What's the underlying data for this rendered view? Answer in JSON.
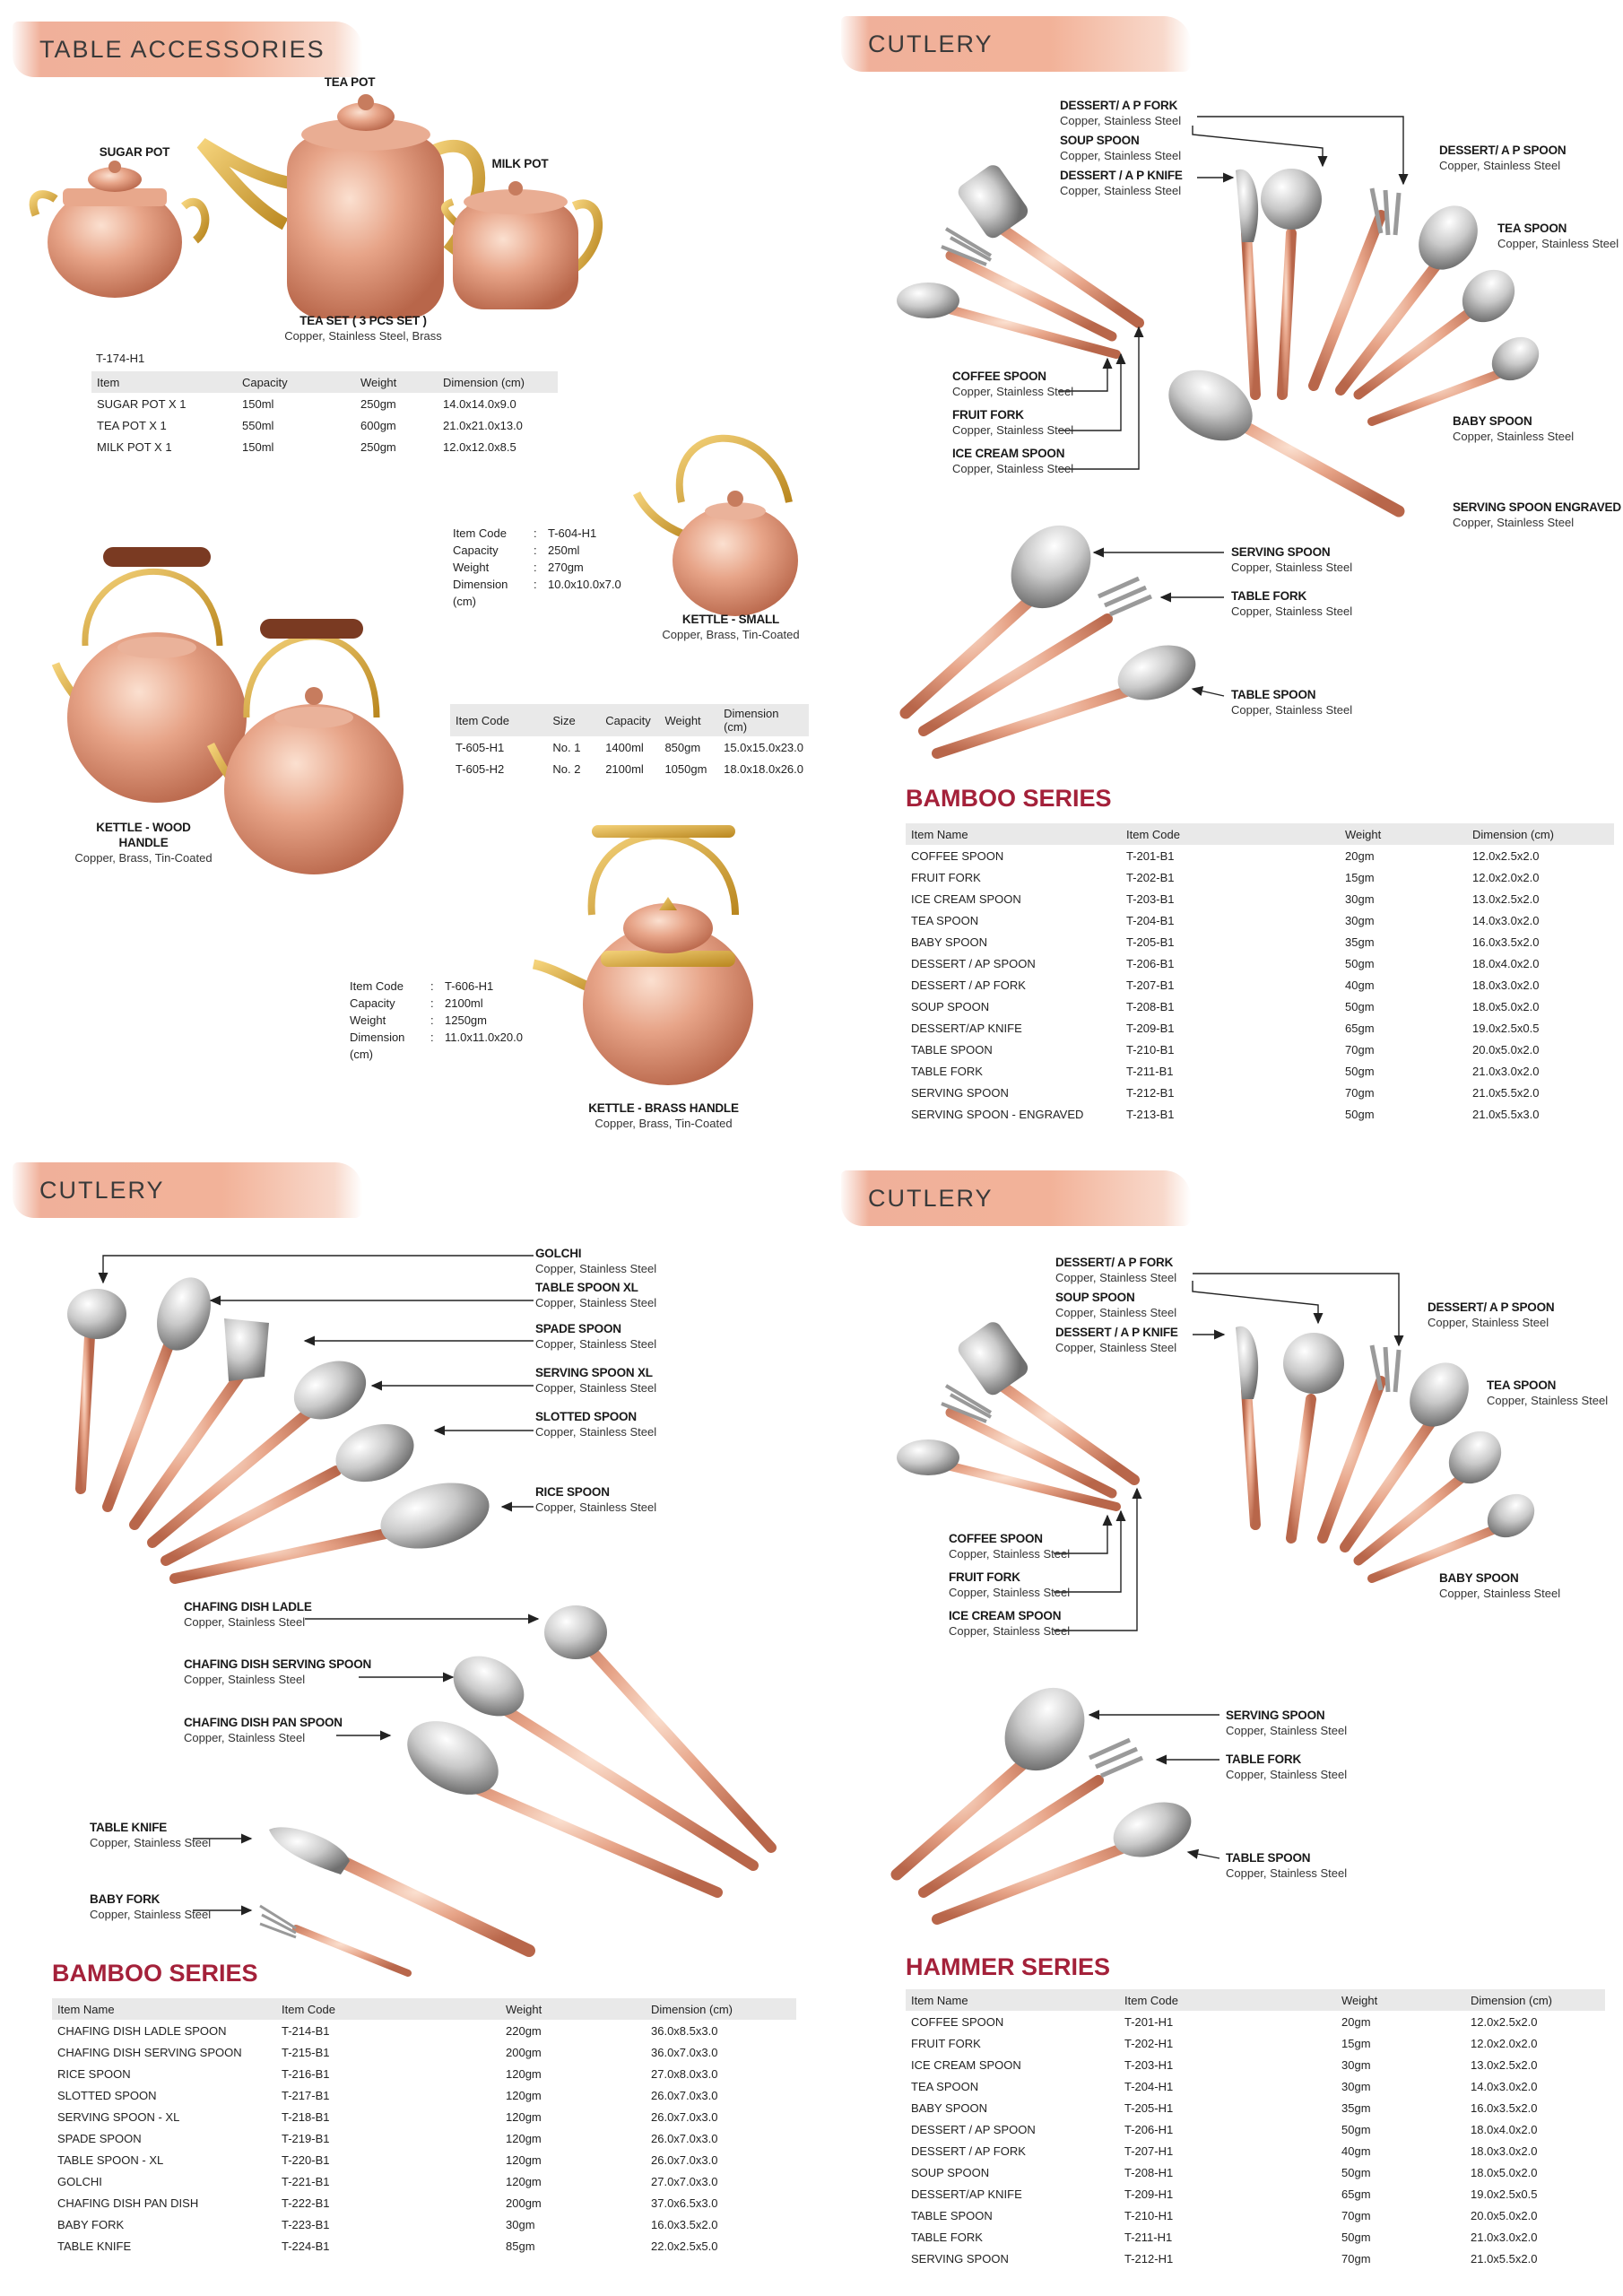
{
  "quad1": {
    "banner": "TABLE ACCESSORIES",
    "labels": {
      "tea_pot": "TEA POT",
      "sugar_pot": "SUGAR POT",
      "milk_pot": "MILK POT",
      "tea_set_title": "TEA SET ( 3 PCS SET )",
      "tea_set_material": "Copper, Stainless Steel, Brass",
      "kettle_small_title": "KETTLE - SMALL",
      "kettle_small_material": "Copper, Brass, Tin-Coated",
      "kettle_wood_title": "KETTLE - WOOD HANDLE",
      "kettle_wood_material": "Copper, Brass, Tin-Coated",
      "kettle_brass_title": "KETTLE - BRASS HANDLE",
      "kettle_brass_material": "Copper, Brass, Tin-Coated"
    },
    "tea_set_code": "T-174-H1",
    "tea_set_table": {
      "headers": [
        "Item",
        "Capacity",
        "Weight",
        "Dimension (cm)"
      ],
      "rows": [
        [
          "SUGAR POT X 1",
          "150ml",
          "250gm",
          "14.0x14.0x9.0"
        ],
        [
          "TEA POT X 1",
          "550ml",
          "600gm",
          "21.0x21.0x13.0"
        ],
        [
          "MILK POT X 1",
          "150ml",
          "250gm",
          "12.0x12.0x8.5"
        ]
      ]
    },
    "kettle_small_spec": [
      [
        "Item Code",
        ":",
        "T-604-H1"
      ],
      [
        "Capacity",
        ":",
        "250ml"
      ],
      [
        "Weight",
        ":",
        "270gm"
      ],
      [
        "Dimension (cm)",
        ":",
        "10.0x10.0x7.0"
      ]
    ],
    "kettle_wood_table": {
      "headers": [
        "Item Code",
        "Size",
        "Capacity",
        "Weight",
        "Dimension (cm)"
      ],
      "rows": [
        [
          "T-605-H1",
          "No. 1",
          "1400ml",
          "850gm",
          "15.0x15.0x23.0"
        ],
        [
          "T-605-H2",
          "No. 2",
          "2100ml",
          "1050gm",
          "18.0x18.0x26.0"
        ]
      ]
    },
    "kettle_brass_spec": [
      [
        "Item Code",
        ":",
        "T-606-H1"
      ],
      [
        "Capacity",
        ":",
        "2100ml"
      ],
      [
        "Weight",
        ":",
        "1250gm"
      ],
      [
        "Dimension (cm)",
        ":",
        "11.0x11.0x20.0"
      ]
    ]
  },
  "quad2": {
    "banner": "CUTLERY",
    "labels": [
      {
        "title": "DESSERT/ A P FORK",
        "material": "Copper, Stainless Steel"
      },
      {
        "title": "SOUP SPOON",
        "material": "Copper, Stainless Steel"
      },
      {
        "title": "DESSERT / A P  KNIFE",
        "material": "Copper, Stainless Steel"
      },
      {
        "title": "DESSERT/ A P SPOON",
        "material": "Copper, Stainless Steel"
      },
      {
        "title": "TEA SPOON",
        "material": "Copper, Stainless Steel"
      },
      {
        "title": "COFFEE SPOON",
        "material": "Copper, Stainless Steel"
      },
      {
        "title": "FRUIT FORK",
        "material": "Copper, Stainless Steel"
      },
      {
        "title": "ICE CREAM SPOON",
        "material": "Copper, Stainless Steel"
      },
      {
        "title": "BABY SPOON",
        "material": "Copper, Stainless Steel"
      },
      {
        "title": "SERVING SPOON ENGRAVED",
        "material": "Copper, Stainless Steel"
      },
      {
        "title": "SERVING SPOON",
        "material": "Copper, Stainless Steel"
      },
      {
        "title": "TABLE FORK",
        "material": "Copper, Stainless Steel"
      },
      {
        "title": "TABLE SPOON",
        "material": "Copper, Stainless Steel"
      }
    ],
    "series_title": "BAMBOO SERIES",
    "table": {
      "headers": [
        "Item Name",
        "Item Code",
        "Weight",
        "Dimension (cm)"
      ],
      "rows": [
        [
          "COFFEE SPOON",
          "T-201-B1",
          "20gm",
          "12.0x2.5x2.0"
        ],
        [
          "FRUIT FORK",
          "T-202-B1",
          "15gm",
          "12.0x2.0x2.0"
        ],
        [
          "ICE CREAM SPOON",
          "T-203-B1",
          "30gm",
          "13.0x2.5x2.0"
        ],
        [
          "TEA SPOON",
          "T-204-B1",
          "30gm",
          "14.0x3.0x2.0"
        ],
        [
          "BABY SPOON",
          "T-205-B1",
          "35gm",
          "16.0x3.5x2.0"
        ],
        [
          "DESSERT / AP SPOON",
          "T-206-B1",
          "50gm",
          "18.0x4.0x2.0"
        ],
        [
          "DESSERT / AP FORK",
          "T-207-B1",
          "40gm",
          "18.0x3.0x2.0"
        ],
        [
          "SOUP SPOON",
          "T-208-B1",
          "50gm",
          "18.0x5.0x2.0"
        ],
        [
          "DESSERT/AP KNIFE",
          "T-209-B1",
          "65gm",
          "19.0x2.5x0.5"
        ],
        [
          "TABLE SPOON",
          "T-210-B1",
          "70gm",
          "20.0x5.0x2.0"
        ],
        [
          "TABLE FORK",
          "T-211-B1",
          "50gm",
          "21.0x3.0x2.0"
        ],
        [
          "SERVING SPOON",
          "T-212-B1",
          "70gm",
          "21.0x5.5x2.0"
        ],
        [
          "SERVING SPOON - ENGRAVED",
          "T-213-B1",
          "50gm",
          "21.0x5.5x3.0"
        ]
      ]
    }
  },
  "quad3": {
    "banner": "CUTLERY",
    "labels": [
      {
        "title": "GOLCHI",
        "material": "Copper, Stainless Steel"
      },
      {
        "title": "TABLE SPOON XL",
        "material": "Copper, Stainless Steel"
      },
      {
        "title": "SPADE SPOON",
        "material": "Copper, Stainless Steel"
      },
      {
        "title": "SERVING SPOON XL",
        "material": "Copper, Stainless Steel"
      },
      {
        "title": "SLOTTED SPOON",
        "material": "Copper, Stainless Steel"
      },
      {
        "title": "RICE SPOON",
        "material": "Copper, Stainless Steel"
      },
      {
        "title": "CHAFING DISH LADLE",
        "material": "Copper, Stainless Steel"
      },
      {
        "title": "CHAFING DISH SERVING SPOON",
        "material": "Copper, Stainless Steel"
      },
      {
        "title": "CHAFING DISH PAN SPOON",
        "material": "Copper, Stainless Steel"
      },
      {
        "title": "TABLE KNIFE",
        "material": "Copper, Stainless Steel"
      },
      {
        "title": "BABY FORK",
        "material": "Copper, Stainless Steel"
      }
    ],
    "series_title": "BAMBOO SERIES",
    "table": {
      "headers": [
        "Item Name",
        "Item Code",
        "Weight",
        "Dimension (cm)"
      ],
      "rows": [
        [
          "CHAFING DISH LADLE SPOON",
          "T-214-B1",
          "220gm",
          "36.0x8.5x3.0"
        ],
        [
          "CHAFING DISH SERVING SPOON",
          "T-215-B1",
          "200gm",
          "36.0x7.0x3.0"
        ],
        [
          "RICE SPOON",
          "T-216-B1",
          "120gm",
          "27.0x8.0x3.0"
        ],
        [
          "SLOTTED SPOON",
          "T-217-B1",
          "120gm",
          "26.0x7.0x3.0"
        ],
        [
          "SERVING SPOON - XL",
          "T-218-B1",
          "120gm",
          "26.0x7.0x3.0"
        ],
        [
          "SPADE SPOON",
          "T-219-B1",
          "120gm",
          "26.0x7.0x3.0"
        ],
        [
          "TABLE SPOON - XL",
          "T-220-B1",
          "120gm",
          "26.0x7.0x3.0"
        ],
        [
          "GOLCHI",
          "T-221-B1",
          "120gm",
          "27.0x7.0x3.0"
        ],
        [
          "CHAFING DISH PAN DISH",
          "T-222-B1",
          "200gm",
          "37.0x6.5x3.0"
        ],
        [
          "BABY FORK",
          "T-223-B1",
          "30gm",
          "16.0x3.5x2.0"
        ],
        [
          "TABLE KNIFE",
          "T-224-B1",
          "85gm",
          "22.0x2.5x5.0"
        ]
      ]
    }
  },
  "quad4": {
    "banner": "CUTLERY",
    "labels": [
      {
        "title": "DESSERT/ A P FORK",
        "material": "Copper, Stainless Steel"
      },
      {
        "title": "SOUP SPOON",
        "material": "Copper, Stainless Steel"
      },
      {
        "title": "DESSERT / A P  KNIFE",
        "material": "Copper, Stainless Steel"
      },
      {
        "title": "DESSERT/ A P SPOON",
        "material": "Copper, Stainless Steel"
      },
      {
        "title": "TEA SPOON",
        "material": "Copper, Stainless Steel"
      },
      {
        "title": "COFFEE SPOON",
        "material": "Copper, Stainless Steel"
      },
      {
        "title": "FRUIT FORK",
        "material": "Copper, Stainless Steel"
      },
      {
        "title": "ICE CREAM SPOON",
        "material": "Copper, Stainless Steel"
      },
      {
        "title": "BABY SPOON",
        "material": "Copper, Stainless Steel"
      },
      {
        "title": "SERVING SPOON",
        "material": "Copper, Stainless Steel"
      },
      {
        "title": "TABLE FORK",
        "material": "Copper, Stainless Steel"
      },
      {
        "title": "TABLE SPOON",
        "material": "Copper, Stainless Steel"
      }
    ],
    "series_title": "HAMMER SERIES",
    "table": {
      "headers": [
        "Item Name",
        "Item Code",
        "Weight",
        "Dimension (cm)"
      ],
      "rows": [
        [
          "COFFEE SPOON",
          "T-201-H1",
          "20gm",
          "12.0x2.5x2.0"
        ],
        [
          "FRUIT FORK",
          "T-202-H1",
          "15gm",
          "12.0x2.0x2.0"
        ],
        [
          "ICE CREAM SPOON",
          "T-203-H1",
          "30gm",
          "13.0x2.5x2.0"
        ],
        [
          "TEA SPOON",
          "T-204-H1",
          "30gm",
          "14.0x3.0x2.0"
        ],
        [
          "BABY SPOON",
          "T-205-H1",
          "35gm",
          "16.0x3.5x2.0"
        ],
        [
          "DESSERT / AP SPOON",
          "T-206-H1",
          "50gm",
          "18.0x4.0x2.0"
        ],
        [
          "DESSERT / AP FORK",
          "T-207-H1",
          "40gm",
          "18.0x3.0x2.0"
        ],
        [
          "SOUP SPOON",
          "T-208-H1",
          "50gm",
          "18.0x5.0x2.0"
        ],
        [
          "DESSERT/AP KNIFE",
          "T-209-H1",
          "65gm",
          "19.0x2.5x0.5"
        ],
        [
          "TABLE SPOON",
          "T-210-H1",
          "70gm",
          "20.0x5.0x2.0"
        ],
        [
          "TABLE FORK",
          "T-211-H1",
          "50gm",
          "21.0x3.0x2.0"
        ],
        [
          "SERVING SPOON",
          "T-212-H1",
          "70gm",
          "21.0x5.5x2.0"
        ]
      ]
    }
  },
  "colors": {
    "banner": "#f0a68a",
    "series_title": "#a4213a",
    "copper": "#d9896a",
    "steel": "#c8c8c8",
    "brass": "#d8a93a",
    "table_header": "#e9e9e9"
  }
}
